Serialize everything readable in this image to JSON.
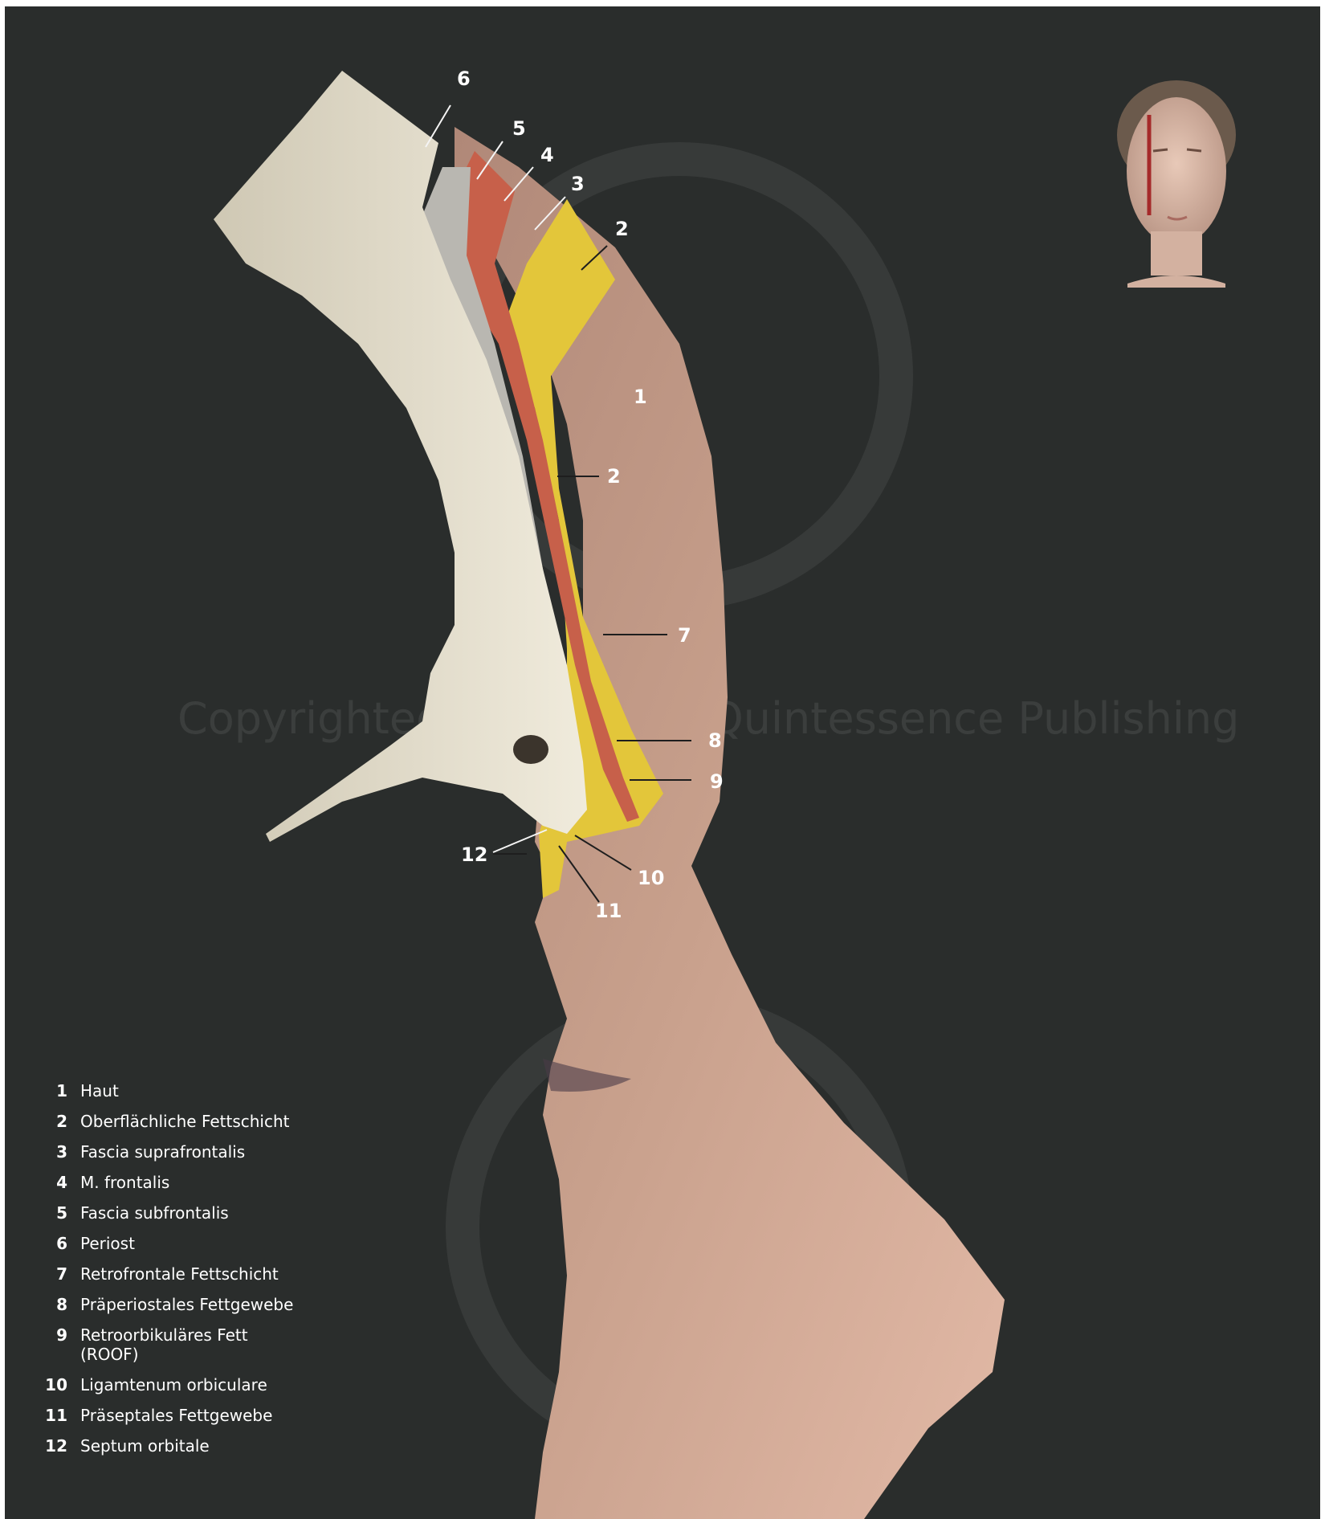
{
  "figure": {
    "watermark": "Copyrighted material © Quintessence Publishing",
    "callouts": {
      "c6": "6",
      "c5": "5",
      "c4": "4",
      "c3": "3",
      "c2a": "2",
      "c1": "1",
      "c2b": "2",
      "c7": "7",
      "c8": "8",
      "c9": "9",
      "c12": "12",
      "c10": "10",
      "c11": "11"
    }
  },
  "legend": [
    {
      "num": "1",
      "text": "Haut"
    },
    {
      "num": "2",
      "text": "Oberflächliche Fettschicht"
    },
    {
      "num": "3",
      "text": "Fascia suprafrontalis"
    },
    {
      "num": "4",
      "text": "M. frontalis"
    },
    {
      "num": "5",
      "text": "Fascia subfrontalis"
    },
    {
      "num": "6",
      "text": "Periost"
    },
    {
      "num": "7",
      "text": "Retrofrontale Fettschicht"
    },
    {
      "num": "8",
      "text": "Präperiostales Fettgewebe"
    },
    {
      "num": "9",
      "text": "Retroorbikuläres Fett (ROOF)"
    },
    {
      "num": "10",
      "text": "Ligamtenum orbiculare"
    },
    {
      "num": "11",
      "text": "Präseptales Fettgewebe"
    },
    {
      "num": "12",
      "text": "Septum orbitale"
    }
  ],
  "colors": {
    "background": "#2a2d2c",
    "skin": "#c9a08a",
    "fat": "#e3c63a",
    "muscle": "#c7604a",
    "bone": "#e9e4d2",
    "indicator_line": "#a52a2a"
  }
}
